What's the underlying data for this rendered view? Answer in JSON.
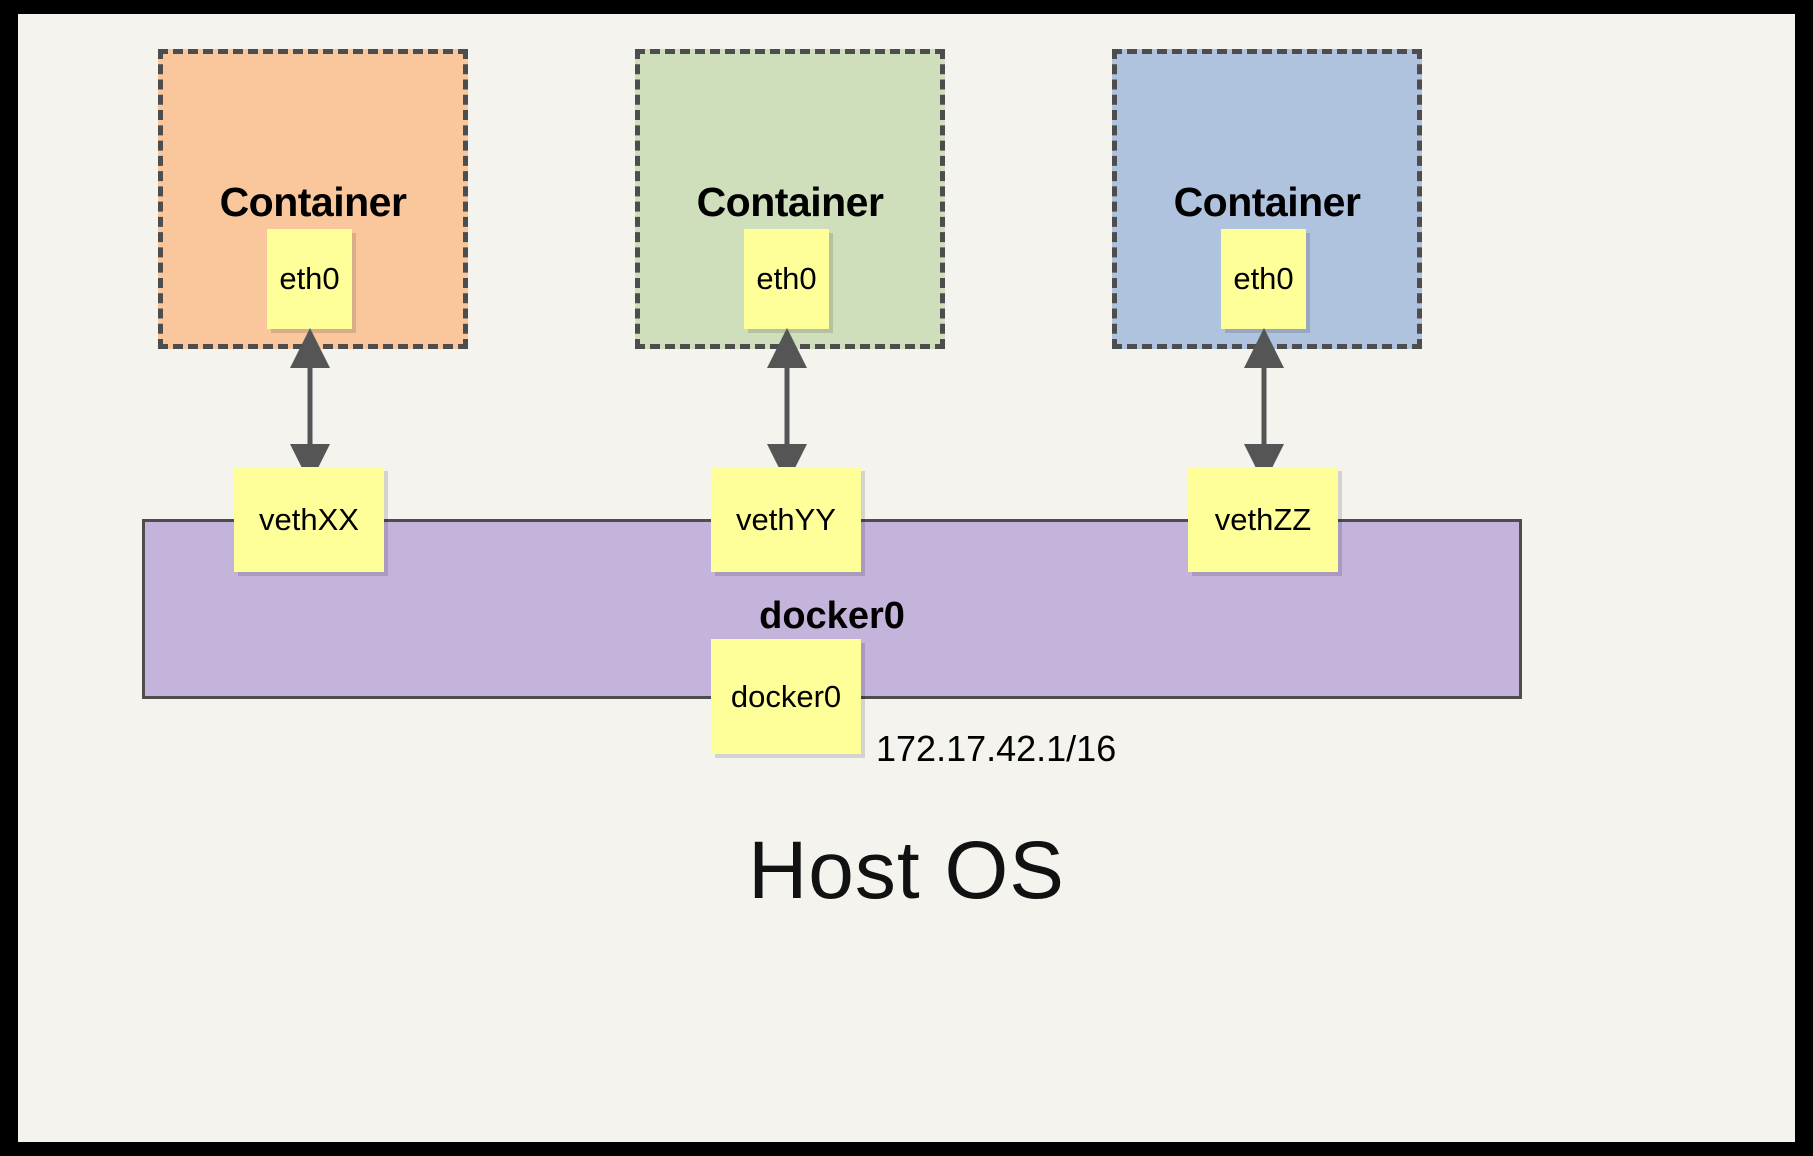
{
  "diagram": {
    "title_bottom": "Host OS",
    "background_color": "#f4f3ee",
    "frame_color": "#000000"
  },
  "containers": [
    {
      "label": "Container",
      "interface_label": "eth0",
      "fill_color": "#f9c79b",
      "border_color": "#4d4d4d"
    },
    {
      "label": "Container",
      "interface_label": "eth0",
      "fill_color": "#cfdfbb",
      "border_color": "#4d4d4d"
    },
    {
      "label": "Container",
      "interface_label": "eth0",
      "fill_color": "#afc2de",
      "border_color": "#4d4d4d"
    }
  ],
  "veth_pairs": [
    {
      "label": "vethXX"
    },
    {
      "label": "vethYY"
    },
    {
      "label": "vethZZ"
    }
  ],
  "bridge": {
    "bar_label": "docker0",
    "port_label": "docker0",
    "ip_address": "172.17.42.1/16",
    "fill_color": "#c4b3db",
    "border_color": "#4d4d4d"
  },
  "node_style": {
    "fill_color": "#ffff99"
  }
}
